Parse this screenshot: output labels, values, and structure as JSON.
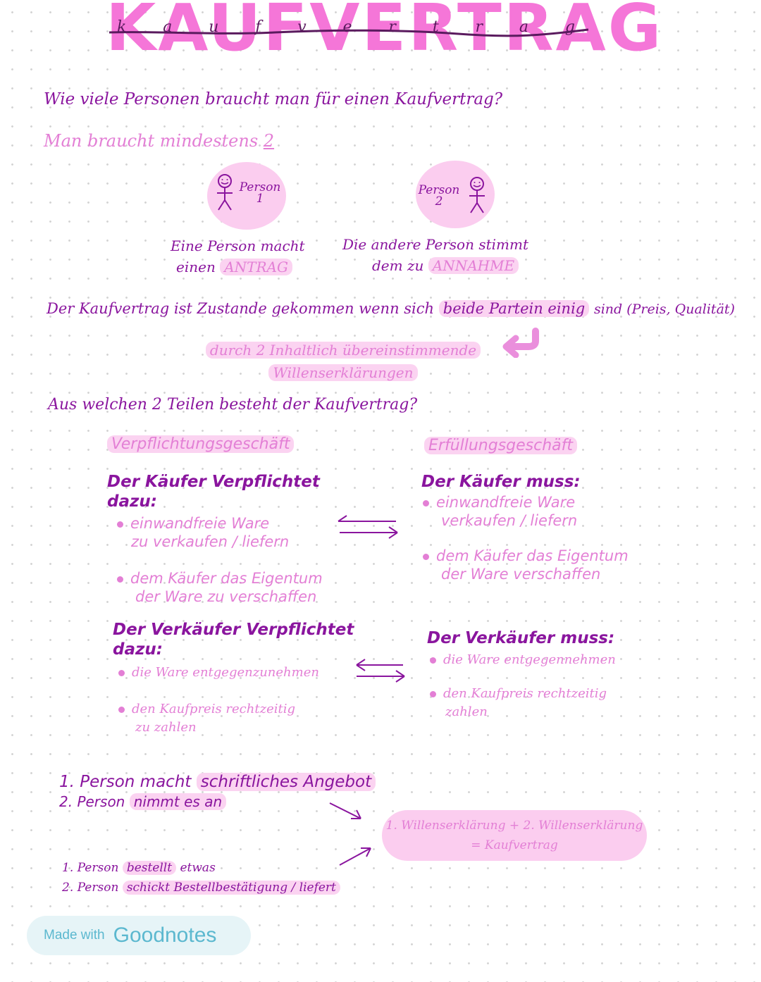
{
  "title": {
    "main": "KAUFVERTRAG",
    "handwritten": [
      "k",
      "a",
      "u",
      "f",
      "v",
      "e",
      "r",
      "t",
      "r",
      "a",
      "g"
    ]
  },
  "question1": "Wie viele Personen braucht man für einen Kaufvertrag?",
  "answer1": {
    "text": "Man braucht mindestens",
    "number": "2"
  },
  "persons": [
    {
      "label": "Person",
      "number": "1",
      "desc_line1": "Eine Person macht",
      "desc_prefix": "einen",
      "keyword": "ANTRAG"
    },
    {
      "label": "Person",
      "number": "2",
      "desc_line1": "Die andere Person stimmt",
      "desc_prefix": "dem zu",
      "keyword": "ANNAHME"
    }
  ],
  "statement": {
    "text": "Der Kaufvertrag ist Zustande gekommen wenn sich",
    "highlight": "beide Partein einig",
    "suffix": "sind (Preis, Qualität)"
  },
  "statement_note": {
    "line1": "durch 2 Inhaltlich übereinstimmende",
    "line2": "Willenserklärungen"
  },
  "question2": "Aus welchen 2 Teilen besteht der Kaufvertrag?",
  "left_column": {
    "heading": "Verpflichtungsgeschäft",
    "buyer_heading_line1": "Der Käufer Verpflichtet",
    "buyer_heading_line2": "dazu:",
    "buyer_items": [
      {
        "line1": "einwandfreie Ware",
        "line2": "zu verkaufen / liefern"
      },
      {
        "line1": "dem Käufer das Eigentum",
        "line2": "der Ware zu verschaffen"
      }
    ],
    "seller_heading_line1": "Der Verkäufer Verpflichtet",
    "seller_heading_line2": "dazu:",
    "seller_items": [
      {
        "line1": "die Ware entgegenzunehmen",
        "line2": ""
      },
      {
        "line1": "den Kaufpreis rechtzeitig",
        "line2": "zu zahlen"
      }
    ]
  },
  "right_column": {
    "heading": "Erfüllungsgeschäft",
    "buyer_heading": "Der Käufer muss:",
    "buyer_items": [
      {
        "line1": "einwandfreie Ware",
        "line2": "verkaufen / liefern"
      },
      {
        "line1": "dem Käufer das Eigentum",
        "line2": "der Ware verschaffen"
      }
    ],
    "seller_heading": "Der Verkäufer muss:",
    "seller_items": [
      {
        "line1": "die Ware entgegennehmen",
        "line2": ""
      },
      {
        "line1": "den Kaufpreis rechtzeitig",
        "line2": "zahlen"
      }
    ]
  },
  "example1": {
    "line1_prefix": "1. Person macht",
    "line1_highlight": "schriftliches Angebot",
    "line2_prefix": "2. Person",
    "line2_highlight": "nimmt es an"
  },
  "example2": {
    "line1_prefix": "1. Person",
    "line1_highlight": "bestellt",
    "line1_suffix": "etwas",
    "line2_prefix": "2. Person",
    "line2_suffix": "schickt Bestellbestätigung / liefert"
  },
  "result": {
    "line1": "1. Willenserklärung + 2. Willenserklärung",
    "line2": "= Kaufvertrag"
  },
  "badge": {
    "made_with": "Made with",
    "brand": "Goodnotes"
  },
  "colors": {
    "title_pink": "#f576d8",
    "purple": "#8a159e",
    "pink": "#e37fd5",
    "highlight": "#fbd3f1",
    "badge_bg": "#e6f4f7",
    "badge_text": "#5bb8cf"
  }
}
